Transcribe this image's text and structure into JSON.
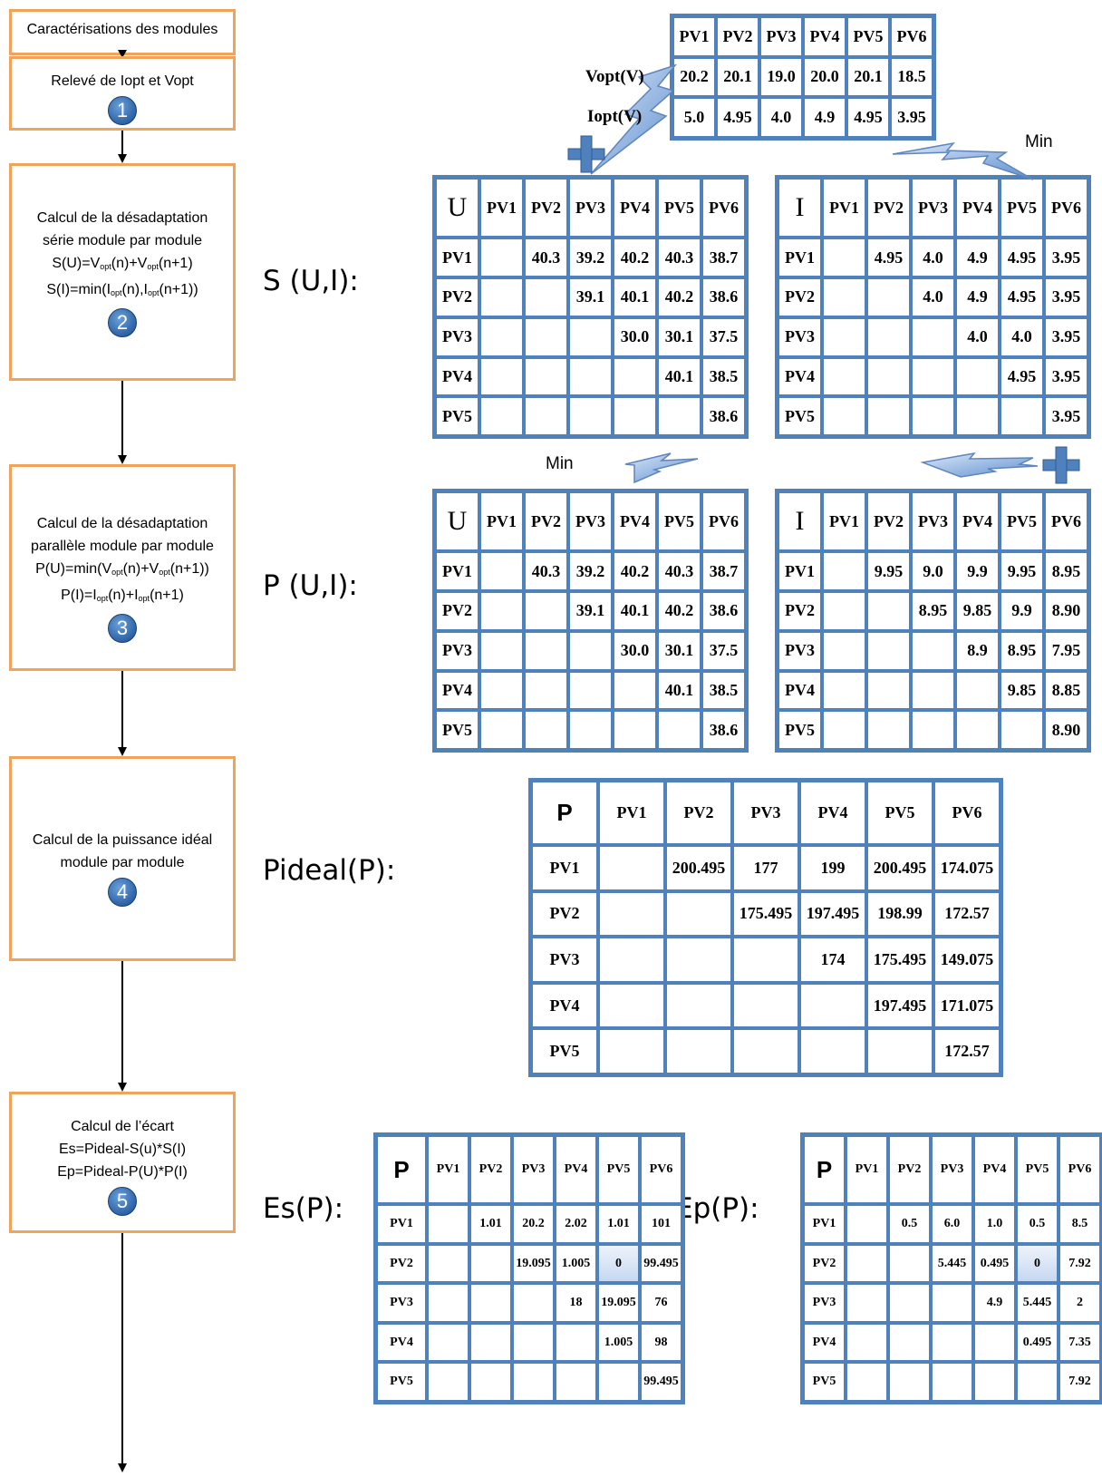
{
  "flow": {
    "header": "Caractérisations des modules",
    "step1": {
      "text": "Relevé de Iopt et Vopt",
      "num": "1"
    },
    "step2": {
      "l1": "Calcul de la désadaptation",
      "l2": "série module par module",
      "f1": "S(U)=V_opt(n)+V_opt(n+1)",
      "f2": "S(I)=min(I_opt(n),I_opt(n+1))",
      "num": "2"
    },
    "step3": {
      "l1": "Calcul de la désadaptation",
      "l2": "parallèle module par module",
      "f1": "P(U)=min(V_opt(n)+V_opt(n+1))",
      "f2": "P(I)=I_opt(n)+I_opt(n+1)",
      "num": "3"
    },
    "step4": {
      "l1": "Calcul de la puissance idéal",
      "l2": "module par module",
      "num": "4"
    },
    "step5": {
      "l1": "Calcul de l’écart",
      "l2": "Es=Pideal-S(u)*S(I)",
      "l3": "Ep=Pideal-P(U)*P(I)",
      "num": "5"
    }
  },
  "labels": {
    "s_ui": "S (U,I):",
    "p_ui": "P (U,I):",
    "pideal": "Pideal(P):",
    "es": "Es(P):",
    "ep": "Ep(P):",
    "vopt": "Vopt(V)",
    "iopt": "Iopt(V)",
    "min1": "Min",
    "min2": "Min",
    "plus_sign": "+"
  },
  "top_table": {
    "headers": [
      "PV1",
      "PV2",
      "PV3",
      "PV4",
      "PV5",
      "PV6"
    ],
    "vopt": [
      "20.2",
      "20.1",
      "19.0",
      "20.0",
      "20.1",
      "18.5"
    ],
    "iopt": [
      "5.0",
      "4.95",
      "4.0",
      "4.9",
      "4.95",
      "3.95"
    ]
  },
  "matrices": {
    "s_u": {
      "corner": "U",
      "cols": [
        "PV1",
        "PV2",
        "PV3",
        "PV4",
        "PV5",
        "PV6"
      ],
      "rows": [
        "PV1",
        "PV2",
        "PV3",
        "PV4",
        "PV5"
      ],
      "cells": [
        [
          "",
          "40.3",
          "39.2",
          "40.2",
          "40.3",
          "38.7"
        ],
        [
          "",
          "",
          "39.1",
          "40.1",
          "40.2",
          "38.6"
        ],
        [
          "",
          "",
          "",
          "30.0",
          "30.1",
          "37.5"
        ],
        [
          "",
          "",
          "",
          "",
          "40.1",
          "38.5"
        ],
        [
          "",
          "",
          "",
          "",
          "",
          "38.6"
        ]
      ]
    },
    "s_i": {
      "corner": "I",
      "cols": [
        "PV1",
        "PV2",
        "PV3",
        "PV4",
        "PV5",
        "PV6"
      ],
      "rows": [
        "PV1",
        "PV2",
        "PV3",
        "PV4",
        "PV5"
      ],
      "cells": [
        [
          "",
          "4.95",
          "4.0",
          "4.9",
          "4.95",
          "3.95"
        ],
        [
          "",
          "",
          "4.0",
          "4.9",
          "4.95",
          "3.95"
        ],
        [
          "",
          "",
          "",
          "4.0",
          "4.0",
          "3.95"
        ],
        [
          "",
          "",
          "",
          "",
          "4.95",
          "3.95"
        ],
        [
          "",
          "",
          "",
          "",
          "",
          "3.95"
        ]
      ]
    },
    "p_u": {
      "corner": "U",
      "cols": [
        "PV1",
        "PV2",
        "PV3",
        "PV4",
        "PV5",
        "PV6"
      ],
      "rows": [
        "PV1",
        "PV2",
        "PV3",
        "PV4",
        "PV5"
      ],
      "cells": [
        [
          "",
          "40.3",
          "39.2",
          "40.2",
          "40.3",
          "38.7"
        ],
        [
          "",
          "",
          "39.1",
          "40.1",
          "40.2",
          "38.6"
        ],
        [
          "",
          "",
          "",
          "30.0",
          "30.1",
          "37.5"
        ],
        [
          "",
          "",
          "",
          "",
          "40.1",
          "38.5"
        ],
        [
          "",
          "",
          "",
          "",
          "",
          "38.6"
        ]
      ]
    },
    "p_i": {
      "corner": "I",
      "cols": [
        "PV1",
        "PV2",
        "PV3",
        "PV4",
        "PV5",
        "PV6"
      ],
      "rows": [
        "PV1",
        "PV2",
        "PV3",
        "PV4",
        "PV5"
      ],
      "cells": [
        [
          "",
          "9.95",
          "9.0",
          "9.9",
          "9.95",
          "8.95"
        ],
        [
          "",
          "",
          "8.95",
          "9.85",
          "9.9",
          "8.90"
        ],
        [
          "",
          "",
          "",
          "8.9",
          "8.95",
          "7.95"
        ],
        [
          "",
          "",
          "",
          "",
          "9.85",
          "8.85"
        ],
        [
          "",
          "",
          "",
          "",
          "",
          "8.90"
        ]
      ]
    },
    "pideal": {
      "corner": "P",
      "cols": [
        "PV1",
        "PV2",
        "PV3",
        "PV4",
        "PV5",
        "PV6"
      ],
      "rows": [
        "PV1",
        "PV2",
        "PV3",
        "PV4",
        "PV5"
      ],
      "cells": [
        [
          "",
          "200.495",
          "177",
          "199",
          "200.495",
          "174.075"
        ],
        [
          "",
          "",
          "175.495",
          "197.495",
          "198.99",
          "172.57"
        ],
        [
          "",
          "",
          "",
          "174",
          "175.495",
          "149.075"
        ],
        [
          "",
          "",
          "",
          "",
          "197.495",
          "171.075"
        ],
        [
          "",
          "",
          "",
          "",
          "",
          "172.57"
        ]
      ]
    },
    "es": {
      "corner": "P",
      "cols": [
        "PV1",
        "PV2",
        "PV3",
        "PV4",
        "PV5",
        "PV6"
      ],
      "rows": [
        "PV1",
        "PV2",
        "PV3",
        "PV4",
        "PV5"
      ],
      "cells": [
        [
          "",
          "1.01",
          "20.2",
          "2.02",
          "1.01",
          "101"
        ],
        [
          "",
          "",
          "19.095",
          "1.005",
          "0",
          "99.495"
        ],
        [
          "",
          "",
          "",
          "18",
          "19.095",
          "76"
        ],
        [
          "",
          "",
          "",
          "",
          "1.005",
          "98"
        ],
        [
          "",
          "",
          "",
          "",
          "",
          "99.495"
        ]
      ]
    },
    "ep": {
      "corner": "P",
      "cols": [
        "PV1",
        "PV2",
        "PV3",
        "PV4",
        "PV5",
        "PV6"
      ],
      "rows": [
        "PV1",
        "PV2",
        "PV3",
        "PV4",
        "PV5"
      ],
      "cells": [
        [
          "",
          "0.5",
          "6.0",
          "1.0",
          "0.5",
          "8.5"
        ],
        [
          "",
          "",
          "5.445",
          "0.495",
          "0",
          "7.92"
        ],
        [
          "",
          "",
          "",
          "4.9",
          "5.445",
          "2"
        ],
        [
          "",
          "",
          "",
          "",
          "0.495",
          "7.35"
        ],
        [
          "",
          "",
          "",
          "",
          "",
          "7.92"
        ]
      ]
    }
  }
}
